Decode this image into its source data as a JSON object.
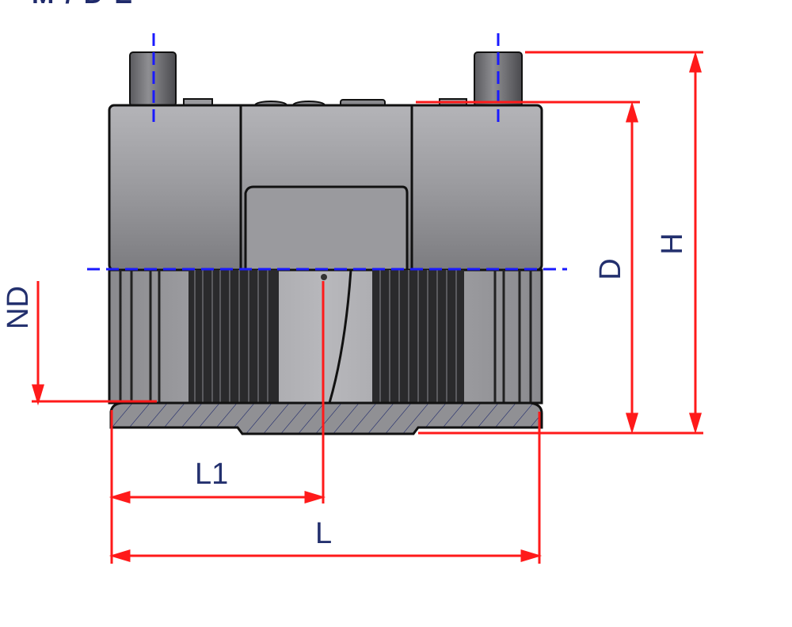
{
  "title": {
    "text": "M/DE",
    "clipped": true
  },
  "colors": {
    "dimension": "#ff1a1a",
    "centerline": "#1a1aff",
    "label": "#23306e",
    "body_light": "#a2a2a6",
    "body_dark": "#6e6e72",
    "outline": "#111111",
    "hatch": "#1f2a6b"
  },
  "dimensions": {
    "nd": {
      "label": "ND",
      "orientation": "vertical"
    },
    "d": {
      "label": "D",
      "orientation": "vertical"
    },
    "h": {
      "label": "H",
      "orientation": "vertical"
    },
    "l1": {
      "label": "L1",
      "orientation": "horizontal"
    },
    "l": {
      "label": "L",
      "orientation": "horizontal"
    }
  },
  "part": {
    "name": "Electrofusion coupler",
    "terminals": 2
  }
}
